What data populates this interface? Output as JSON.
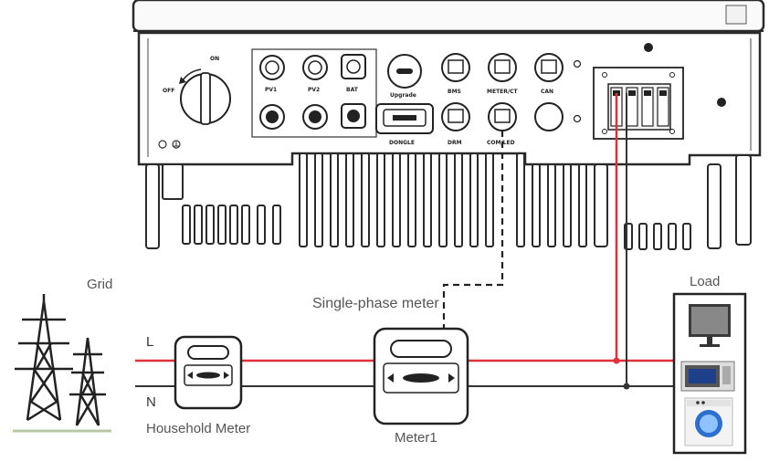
{
  "labels": {
    "grid": "Grid",
    "line": "L",
    "neutral": "N",
    "single_phase_meter": "Single-phase meter",
    "household_meter": "Household Meter",
    "meter1": "Meter1",
    "load": "Load"
  },
  "switch": {
    "on": "ON",
    "off": "OFF"
  },
  "ports": {
    "pv1": "PV1",
    "pv2": "PV2",
    "bat": "BAT",
    "upgrade": "Upgrade",
    "dongle": "DONGLE",
    "bms": "BMS",
    "drm": "DRM",
    "meter_ct": "METER/CT",
    "com_led": "COM/LED",
    "can": "CAN"
  },
  "colors": {
    "live_wire": "#e0303a",
    "neutral_wire": "#333333",
    "outline": "#2a2a2a"
  }
}
